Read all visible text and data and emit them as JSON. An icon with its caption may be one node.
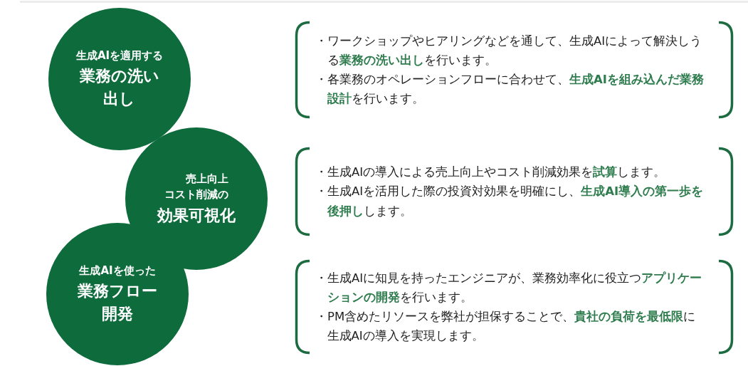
{
  "diagram": {
    "nodes": [
      {
        "text": [
          "生成AIを適用する",
          "業務の洗い出し"
        ]
      },
      {
        "text": [
          "・ワークショップやヒアリングなどを通して、生成AIによって解決しうる**業務の洗い出し**を行います。",
          "・各業務のオペレーションフローに合わせて、**生成AIを組み込んだ業務設計**を行います。"
        ]
      },
      {
        "text": [
          "売上向上コスト削減の",
          "効果可視化"
        ]
      },
      {
        "text": [
          "・生成AIの導入による売上向上やコスト削減効果を**試算**します。",
          "・生成AIを活用した際の投資対効果を明確にし、**生成AI導入の第一歩を後押し**します。"
        ]
      },
      {
        "text": [
          "生成AIを使った",
          "業務フロー開発"
        ]
      },
      {
        "text": [
          "・生成AIに知見を持ったエンジニアが、業務効率化に役立つ**アプリケーションの開発**を行います。",
          "・PM含めたリソースを弊社が担保することで、**貴社の負荷を最低限**に生成AIの導入を実現します。"
        ]
      }
    ]
  }
}
